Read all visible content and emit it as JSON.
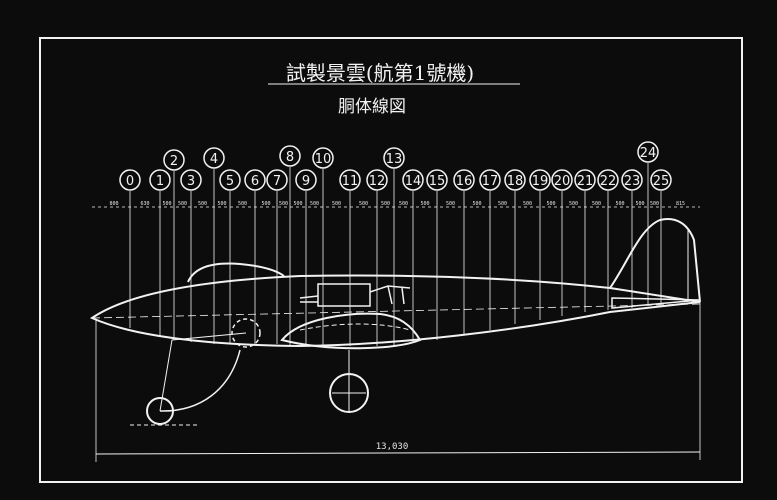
{
  "drawing": {
    "title": "試製景雲(航第1號機)",
    "subtitle": "胴体線図",
    "overall_length_label": "13,030",
    "stations": [
      "0",
      "1",
      "2",
      "3",
      "4",
      "5",
      "6",
      "7",
      "8",
      "9",
      "10",
      "11",
      "12",
      "13",
      "14",
      "15",
      "16",
      "17",
      "18",
      "19",
      "20",
      "21",
      "22",
      "23",
      "24",
      "25"
    ],
    "station_dimension_labels": [
      "800",
      "630",
      "500",
      "500",
      "500",
      "500",
      "500",
      "500",
      "500",
      "500",
      "500",
      "500",
      "500",
      "500",
      "500",
      "500",
      "500",
      "500",
      "500",
      "500",
      "500",
      "500",
      "500",
      "500",
      "500",
      "500",
      "815"
    ]
  }
}
